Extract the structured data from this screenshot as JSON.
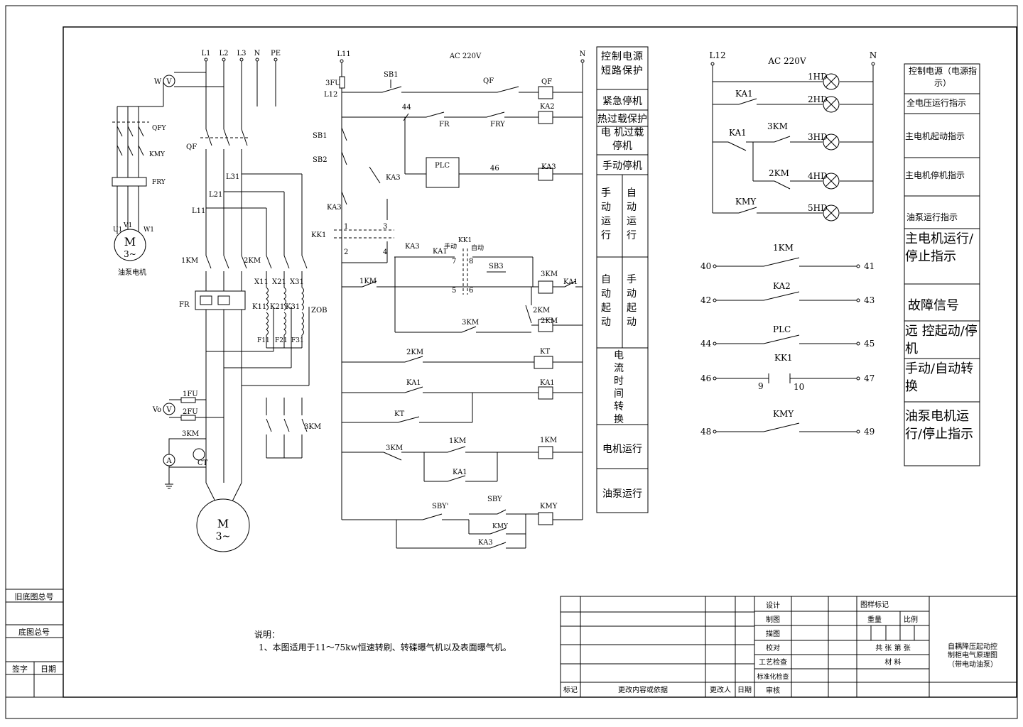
{
  "motor_section": {
    "phase_labels": [
      "L1",
      "L2",
      "L3",
      "N",
      "PE"
    ],
    "qf": "QF",
    "main_contactor_1": "1KM",
    "main_contactor_2": "2KM",
    "contactor_3": "3KM",
    "fr": "FR",
    "reactor_taps_top": [
      "X11",
      "X21",
      "X31"
    ],
    "reactor_taps_mid": [
      "K11",
      "K21",
      "K31"
    ],
    "reactor_taps_bot": [
      "F11",
      "F21",
      "F31"
    ],
    "autotransformer": "ZOB",
    "bus_labels": [
      "L11",
      "L21",
      "L31"
    ],
    "voltmeter_top": "V",
    "voltmeter_letter_left": "W",
    "fuse_1": "1FU",
    "fuse_2": "2FU",
    "voltmeter_bottom": "Vo",
    "ammeter": "A",
    "ct": "CT",
    "motor_letter": "M",
    "motor_phase": "3~"
  },
  "pump_motor": {
    "qfy": "QFY",
    "kmy": "KMY",
    "fry": "FRY",
    "terminals": [
      "U1",
      "V1",
      "W1"
    ],
    "motor_letter": "M",
    "motor_phase": "3~",
    "caption": "油泵电机"
  },
  "control_circuit": {
    "top_left": "L11",
    "supply": "AC 220V",
    "neutral": "N",
    "fuse": "3FU",
    "l12": "L12",
    "sb1": "SB1",
    "sb2": "SB2",
    "qf": "QF",
    "node_44": "44",
    "node_46": "46",
    "fr": "FR",
    "fry": "FRY",
    "plc": "PLC",
    "ka3": "KA3",
    "kk1": "KK1",
    "switch_pins": [
      "1",
      "2",
      "3",
      "4",
      "5",
      "6",
      "7",
      "8"
    ],
    "manual": "手动",
    "auto": "自动",
    "ka1": "KA1",
    "ka2": "KA2",
    "sb3": "SB3",
    "km1": "1KM",
    "km2": "2KM",
    "km3": "3KM",
    "kt": "KT",
    "sby": "SBY",
    "sby_prime": "SBY'",
    "kmy": "KMY",
    "coils": [
      "QF",
      "KA2",
      "KA3",
      "3KM",
      "2KM",
      "KT",
      "KA1",
      "1KM",
      "KMY"
    ]
  },
  "function_column": [
    "控制电源短路保护",
    "紧急停机",
    "热过载保护",
    "电 机过载停机",
    "手动停机",
    "手动运行",
    "自动运行",
    "自动起动",
    "手动起动",
    "电流时间转换",
    "电机运行",
    "油泵运行"
  ],
  "indicator_circuit": {
    "l12": "L12",
    "supply": "AC 220V",
    "neutral": "N",
    "lamps": [
      "1HD",
      "2HD",
      "3HD",
      "4HD",
      "5HD"
    ],
    "contacts": [
      "KA1",
      "KA1",
      "3KM",
      "2KM",
      "KMY"
    ]
  },
  "indicator_legend": [
    "控制电源（电源指示）",
    "全电压运行指示",
    "主电机起动指示",
    "主电机停机指示",
    "油泵运行指示",
    "主电机运行/停止指示",
    "故障信号",
    "远 控起动/停机",
    "手动/自动转换",
    "油泵电机运行/停止指示"
  ],
  "terminals": [
    {
      "left": "40",
      "right": "41",
      "label": "1KM"
    },
    {
      "left": "42",
      "right": "43",
      "label": "KA2"
    },
    {
      "left": "44",
      "right": "45",
      "label": "PLC"
    },
    {
      "left": "46",
      "right": "47",
      "label": "KK1",
      "pins": [
        "9",
        "10"
      ]
    },
    {
      "left": "48",
      "right": "49",
      "label": "KMY"
    }
  ],
  "notes": {
    "heading": "说明：",
    "line1": "1、本图适用于11～75kw恒速转刷、转碟曝气机以及表面曝气机。"
  },
  "title_block": {
    "sign_labels": [
      "设计",
      "制图",
      "描图",
      "校对",
      "工艺检查",
      "标准化检查",
      "审核"
    ],
    "revision_labels": [
      "标记",
      "更改内容或依据",
      "更改人",
      "日期"
    ],
    "mark": "图样标记",
    "weight": "重量",
    "scale": "比例",
    "sheets": "共   张   第   张",
    "material": "材     料",
    "drawing_title_1": "自耦降压起动控",
    "drawing_title_2": "制柜电气原理图",
    "drawing_title_3": "（带电动油泵）"
  },
  "side_block": {
    "old_no": "旧底图总号",
    "base_no": "底图总号",
    "sign": "签字",
    "date": "日期"
  }
}
